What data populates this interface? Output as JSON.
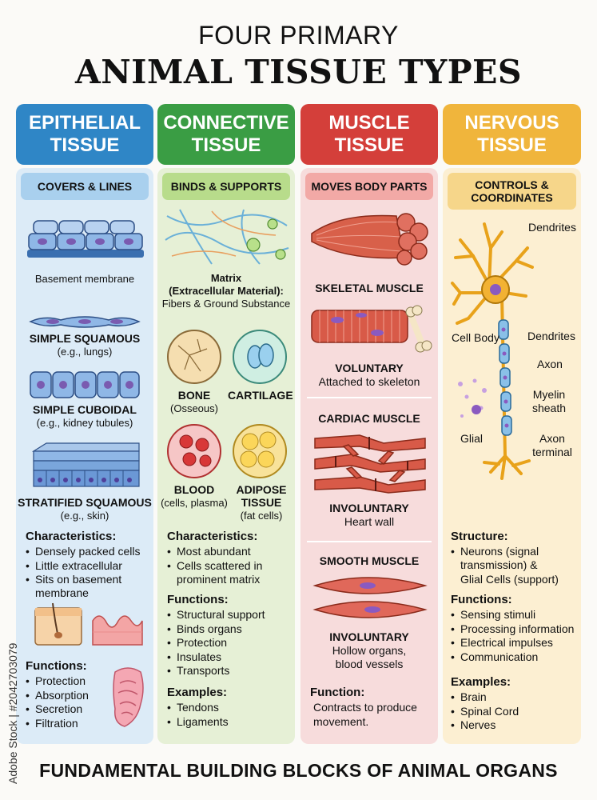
{
  "title_top": "FOUR PRIMARY",
  "title_main": "ANIMAL TISSUE TYPES",
  "footer": "FUNDAMENTAL BUILDING BLOCKS OF ANIMAL ORGANS",
  "watermark": "Adobe Stock | #2042703079",
  "colors": {
    "epithelial": "#2f86c6",
    "connective": "#3a9d44",
    "muscle": "#d43f3a",
    "nervous": "#f0b53c"
  },
  "epithelial": {
    "head1": "EPITHELIAL",
    "head2": "TISSUE",
    "subtitle": "COVERS & LINES",
    "basement": "Basement membrane",
    "squamous_title": "SIMPLE SQUAMOUS",
    "squamous_ex": "(e.g., lungs)",
    "cuboidal_title": "SIMPLE CUBOIDAL",
    "cuboidal_ex": "(e.g., kidney tubules)",
    "stratified_title": "STRATIFIED SQUAMOUS",
    "stratified_ex": "(e.g., skin)",
    "char_heading": "Characteristics:",
    "characteristics": [
      "Densely packed cells",
      "Little extracellular",
      "Sits on basement",
      "membrane"
    ],
    "func_heading": "Functions:",
    "functions": [
      "Protection",
      "Absorption",
      "Secretion",
      "Filtration"
    ]
  },
  "connective": {
    "head1": "CONNECTIVE",
    "head2": "TISSUE",
    "subtitle": "BINDS & SUPPORTS",
    "matrix1": "Matrix",
    "matrix2": "(Extracellular Material):",
    "matrix3": "Fibers & Ground Substance",
    "bone": "BONE",
    "bone_sub": "(Osseous)",
    "cartilage": "CARTILAGE",
    "blood": "BLOOD",
    "blood_sub": "(cells, plasma)",
    "adipose1": "ADIPOSE",
    "adipose2": "TISSUE",
    "adipose_sub": "(fat cells)",
    "char_heading": "Characteristics:",
    "characteristics": [
      "Most abundant",
      "Cells scattered in",
      "prominent matrix"
    ],
    "func_heading": "Functions:",
    "functions": [
      "Structural support",
      "Binds organs",
      "Protection",
      "Insulates",
      "Transports"
    ],
    "ex_heading": "Examples:",
    "examples": [
      "Tendons",
      "Ligaments"
    ]
  },
  "muscle": {
    "head1": "MUSCLE",
    "head2": "TISSUE",
    "subtitle": "MOVES BODY PARTS",
    "skeletal": "SKELETAL MUSCLE",
    "skeletal_type": "VOLUNTARY",
    "skeletal_desc": "Attached to skeleton",
    "cardiac": "CARDIAC MUSCLE",
    "cardiac_type": "INVOLUNTARY",
    "cardiac_desc": "Heart wall",
    "smooth": "SMOOTH MUSCLE",
    "smooth_type": "INVOLUNTARY",
    "smooth_desc1": "Hollow organs,",
    "smooth_desc2": "blood vessels",
    "func_heading": "Function:",
    "function1": "Contracts to produce",
    "function2": "movement."
  },
  "nervous": {
    "head1": "NERVOUS",
    "head2": "TISSUE",
    "subtitle1": "CONTROLS &",
    "subtitle2": "COORDINATES",
    "dendrites_top": "Dendrites",
    "cell_body": "Cell Body",
    "dendrites": "Dendrites",
    "axon": "Axon",
    "myelin1": "Myelin",
    "myelin2": "sheath",
    "glial": "Glial",
    "axon_terminal1": "Axon",
    "axon_terminal2": "terminal",
    "struct_heading": "Structure:",
    "structure": [
      "Neurons (signal",
      "transmission) &",
      "Glial Cells (support)"
    ],
    "func_heading": "Functions:",
    "functions": [
      "Sensing stimuli",
      "Processing information",
      "Electrical impulses",
      "Communication"
    ],
    "ex_heading": "Examples:",
    "examples": [
      "Brain",
      "Spinal Cord",
      "Nerves"
    ]
  }
}
